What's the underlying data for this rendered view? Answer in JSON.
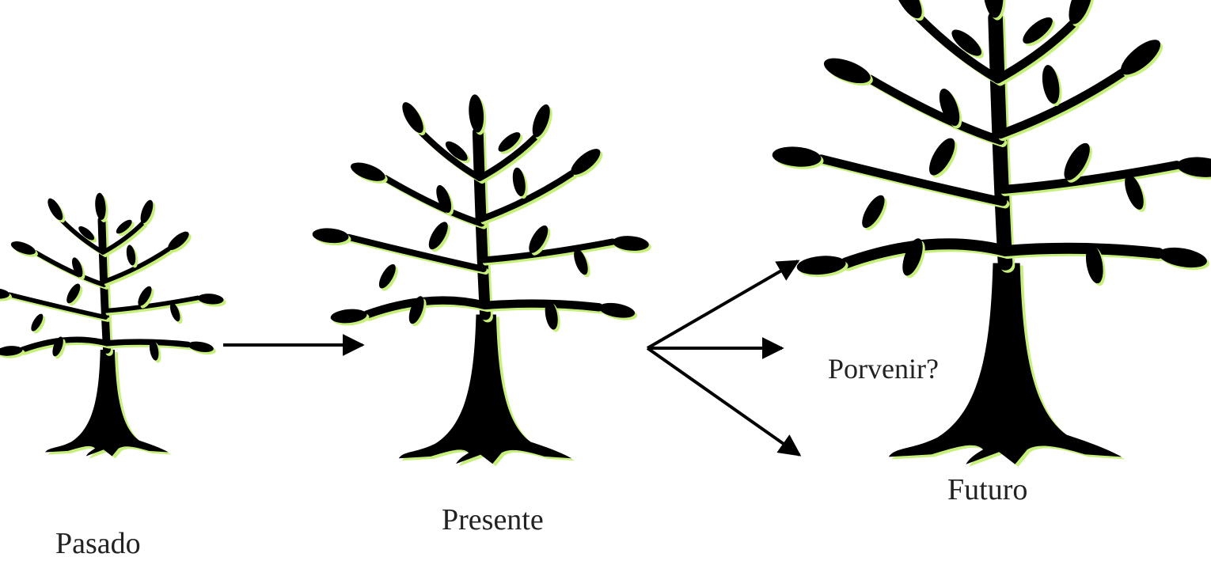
{
  "labels": {
    "past": "Pasado",
    "present": "Presente",
    "future": "Futuro",
    "porvenir": "Porvenir?"
  },
  "colors": {
    "ink": "#000000",
    "glow": "#c6f07a",
    "text": "#222222"
  }
}
